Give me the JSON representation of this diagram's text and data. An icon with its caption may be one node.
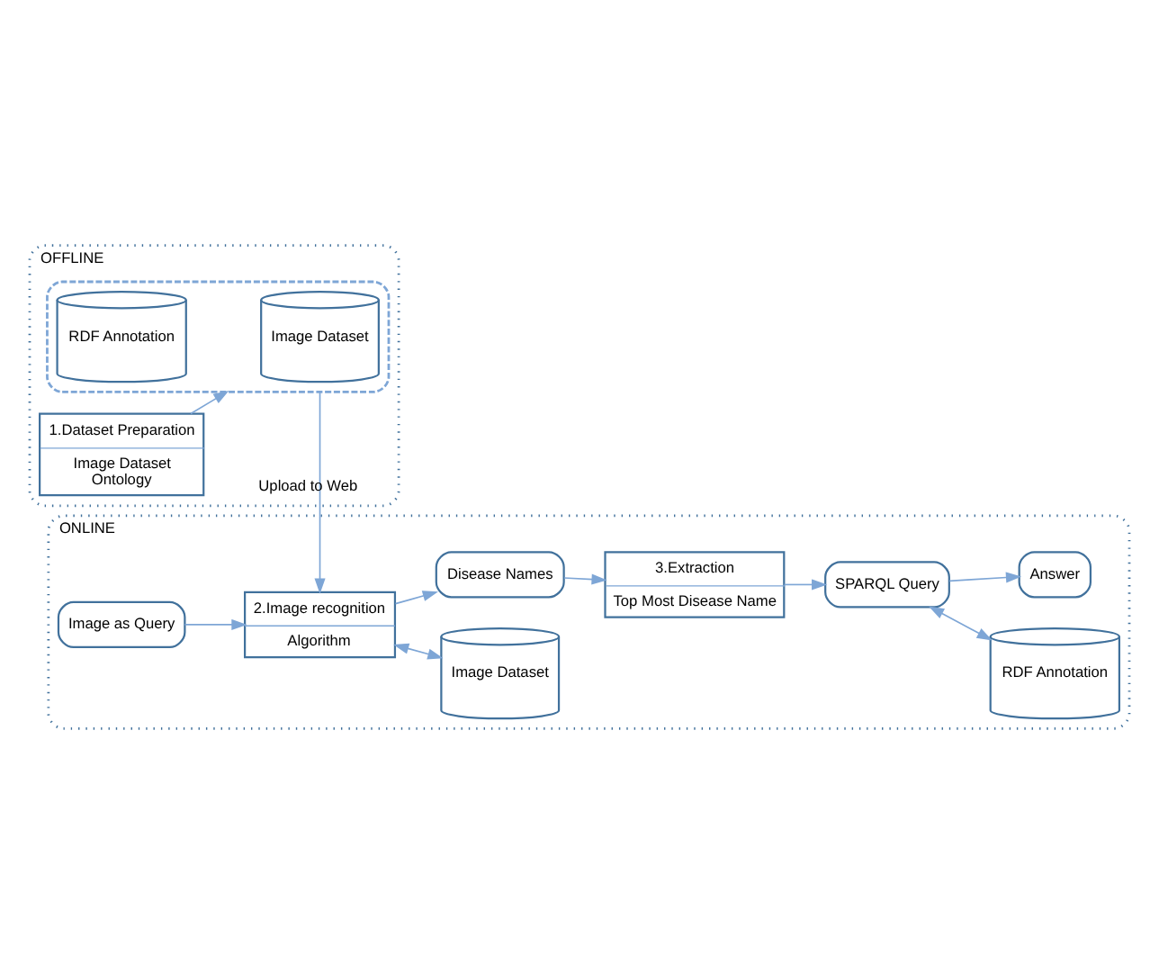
{
  "diagram": {
    "nodes": [
      {
        "text": [
          "ONLINE"
        ]
      },
      {
        "text": [
          "Image Dataset"
        ],
        "in": 0
      },
      {
        "text": [
          "RDF Annotation"
        ],
        "in": 0
      },
      {
        "text": [
          "Image as Query"
        ],
        "in": 0
      },
      {
        "text": [
          "2.Image recognition",
          "Algorithm"
        ],
        "in": 0
      },
      {
        "text": [
          "Disease Names"
        ],
        "in": 0
      },
      {
        "text": [
          "3.Extraction",
          "Top Most Disease Name"
        ],
        "in": 0
      },
      {
        "text": [
          "SPARQL Query"
        ],
        "in": 0
      },
      {
        "text": [
          "Answer"
        ],
        "in": 0
      },
      {
        "text": [
          "OFFLINE"
        ]
      },
      {
        "text": [
          "1.Dataset Preparation",
          "Image Dataset",
          "Ontology"
        ],
        "in": 9
      },
      {
        "text": [],
        "shape": "box",
        "in": 9
      },
      {
        "text": [
          "Image Dataset"
        ],
        "in": 11
      },
      {
        "text": [
          "RDF Annotation"
        ],
        "in": 11
      }
    ],
    "edges": [
      {
        "from": 3,
        "to": 4,
        "arrow": "to"
      },
      {
        "from": 4,
        "to": 1,
        "arrow": "both"
      },
      {
        "from": 4,
        "to": 5,
        "arrow": "to"
      },
      {
        "from": 5,
        "to": 6,
        "arrow": "to"
      },
      {
        "from": 6,
        "to": 7,
        "arrow": "to"
      },
      {
        "from": 7,
        "to": 2,
        "arrow": "both"
      },
      {
        "from": 7,
        "to": 8,
        "arrow": "to"
      },
      {
        "from": 11,
        "to": 4,
        "arrow": "to",
        "label": "Upload to Web"
      },
      {
        "from": 10,
        "to": 11,
        "arrow": "to"
      }
    ]
  }
}
